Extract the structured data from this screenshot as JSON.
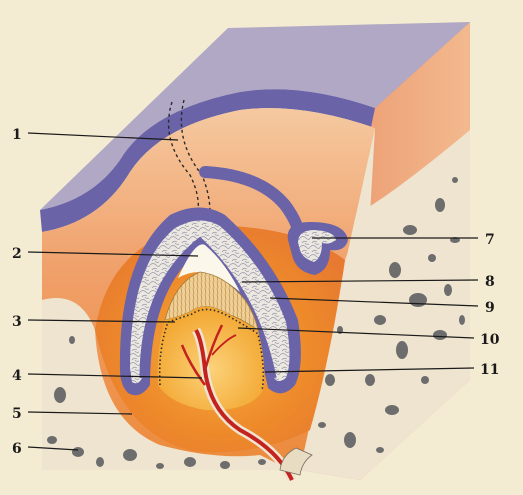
{
  "labels": {
    "l1": "1",
    "l2": "2",
    "l3": "3",
    "l4": "4",
    "l5": "5",
    "l6": "6",
    "l7": "7",
    "l8": "8",
    "l9": "9",
    "l10": "10",
    "l11": "11"
  },
  "colors": {
    "background": "#f4ecd2",
    "gum_top": "#b0a8c4",
    "epithelium": "#6a63a8",
    "connective_tissue": "#f0a06a",
    "bone": "#efe4cf",
    "bone_pores": "#6d6d6d",
    "dental_follicle": "#ee8a2a",
    "pulp": "#f5b33a",
    "dentin": "#e8c38c",
    "enamel_organ": "#e0ddd6",
    "blood_vessel": "#c4221e"
  }
}
